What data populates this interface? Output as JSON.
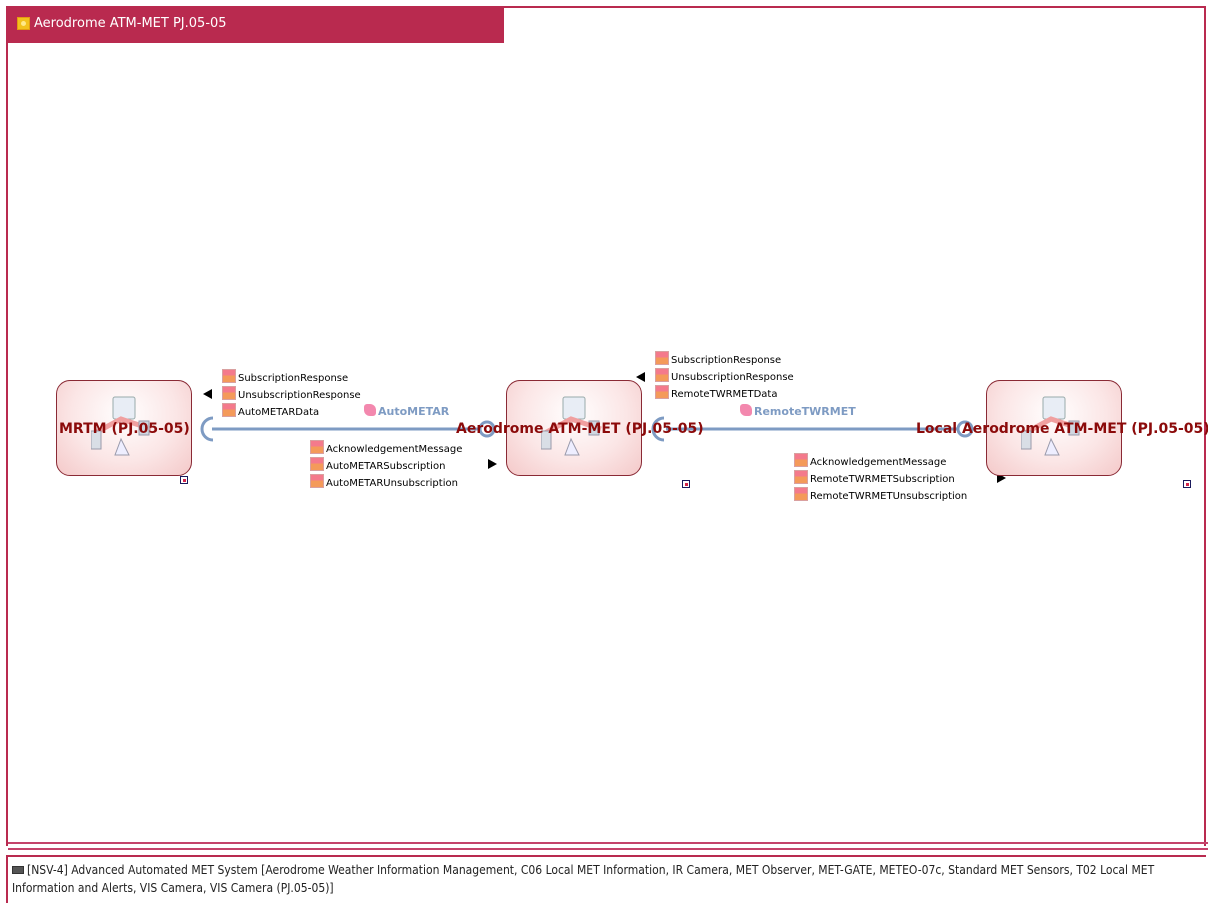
{
  "diagram": {
    "title": "Aerodrome ATM-MET PJ.05-05",
    "nodes": [
      {
        "id": "mrtm",
        "label": "MRTM (PJ.05-05)"
      },
      {
        "id": "aerodrome",
        "label": "Aerodrome ATM-MET (PJ.05-05)"
      },
      {
        "id": "local",
        "label": "Local Aerodrome ATM-MET (PJ.05-05)"
      }
    ],
    "interfaces": [
      {
        "label": "AutoMETAR"
      },
      {
        "label": "RemoteTWRMET"
      }
    ],
    "message_groups": {
      "mrtm_in": [
        "SubscriptionResponse",
        "UnsubscriptionResponse",
        "AutoMETARData"
      ],
      "mrtm_out": [
        "AcknowledgementMessage",
        "AutoMETARSubscription",
        "AutoMETARUnsubscription"
      ],
      "aero_in": [
        "SubscriptionResponse",
        "UnsubscriptionResponse",
        "RemoteTWRMETData"
      ],
      "aero_out": [
        "AcknowledgementMessage",
        "RemoteTWRMETSubscription",
        "RemoteTWRMETUnsubscription"
      ]
    }
  },
  "footer": {
    "text": "[NSV-4] Advanced Automated MET System  [Aerodrome Weather Information Management, C06 Local MET Information, IR Camera, MET Observer, MET-GATE, METEO-07c, Standard MET Sensors, T02 Local MET Information and Alerts, VIS Camera, VIS Camera (PJ.05-05)]"
  },
  "colors": {
    "frame": "#b92a4f",
    "node_text": "#8b0a0a",
    "connector": "#7e9bc3"
  }
}
